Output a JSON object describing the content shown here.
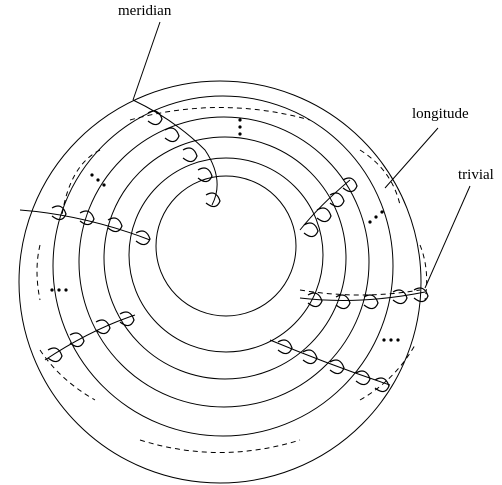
{
  "labels": {
    "meridian": "meridian",
    "longitude": "longitude",
    "trivial": "trivial"
  },
  "colors": {
    "ink": "#000000",
    "paper": "#ffffff"
  }
}
